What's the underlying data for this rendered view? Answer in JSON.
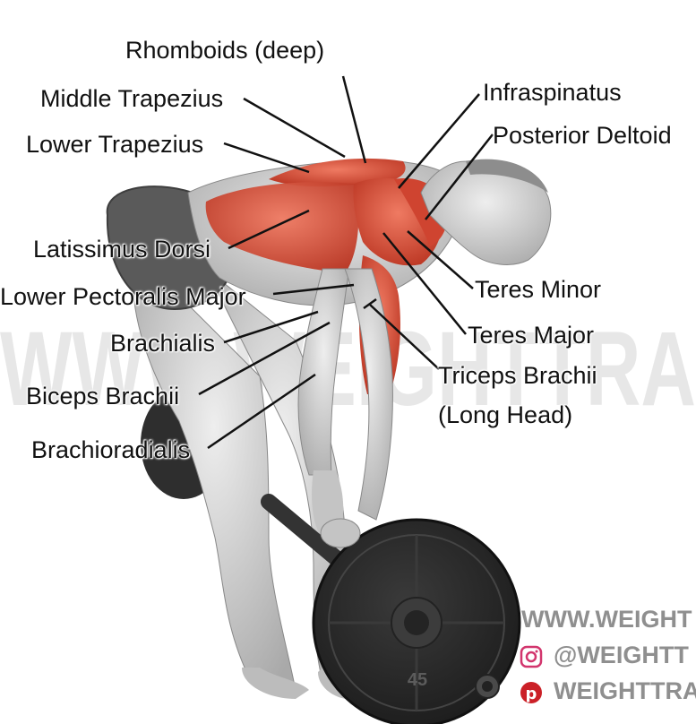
{
  "labels": {
    "rhomboids": "Rhomboids (deep)",
    "middle_trapezius": "Middle Trapezius",
    "lower_trapezius": "Lower Trapezius",
    "infraspinatus": "Infraspinatus",
    "posterior_deltoid": "Posterior Deltoid",
    "latissimus_dorsi": "Latissimus Dorsi",
    "lower_pectoralis_major": "Lower Pectoralis Major",
    "brachialis": "Brachialis",
    "biceps_brachii": "Biceps Brachii",
    "brachioradialis": "Brachioradialis",
    "teres_minor": "Teres Minor",
    "teres_major": "Teres Major",
    "triceps_brachii": "Triceps Brachii",
    "triceps_long_head": "(Long Head)"
  },
  "plate": {
    "weight_label": "45"
  },
  "watermark": {
    "background_text": "WWW.WEIGHTTRA",
    "website": "WWW.WEIGHT",
    "instagram_handle": "@WEIGHTT",
    "pinterest_handle": "WEIGHTTRA"
  },
  "icons": [
    "instagram-icon",
    "pinterest-icon"
  ],
  "colors": {
    "muscle_highlight": "#d9503a",
    "body_gray": "#c9c9c9",
    "shorts": "#555555",
    "plate": "#2b2b2b"
  }
}
